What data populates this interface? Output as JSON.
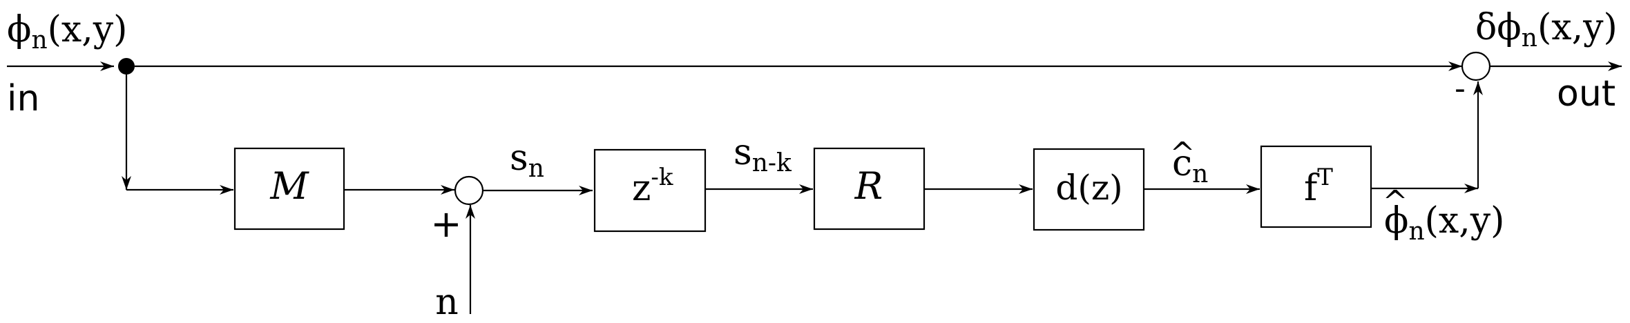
{
  "diagram": {
    "input_signal": {
      "base": "ϕ",
      "sub": "n",
      "args": "(x,y)"
    },
    "output_signal": {
      "base": "δϕ",
      "sub": "n",
      "args": "(x,y)"
    },
    "in_label": "in",
    "out_label": "out",
    "noise_label": "n",
    "plus_sign": "+",
    "minus_sign": "-",
    "blocks": {
      "m": {
        "label": "M"
      },
      "delay": {
        "base": "z",
        "sup": "-k"
      },
      "r": {
        "label": "R"
      },
      "d": {
        "label": "d(z)"
      },
      "f": {
        "base": "f",
        "sup": "T"
      }
    },
    "signals": {
      "s_n": {
        "base": "s",
        "sub": "n"
      },
      "s_nk": {
        "base": "s",
        "sub": "n-k"
      },
      "c_hat": {
        "base": "c",
        "hat": "^",
        "sub": "n"
      },
      "phi_hat": {
        "base": "ϕ",
        "hat": "^",
        "sub": "n",
        "args": "(x,y)"
      }
    }
  }
}
